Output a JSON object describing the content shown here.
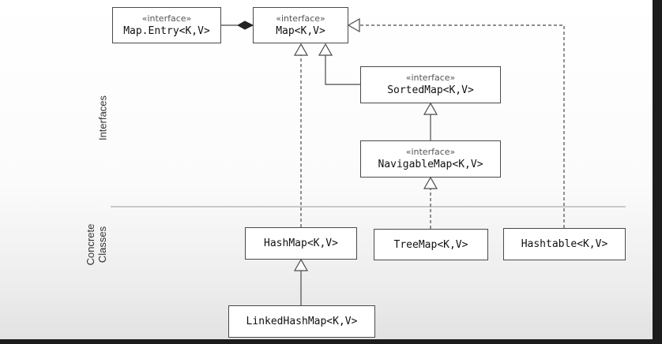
{
  "sections": {
    "interfaces_label": "Interfaces",
    "concrete_label_line1": "Concrete",
    "concrete_label_line2": "Classes"
  },
  "stereotype": "«interface»",
  "nodes": {
    "map_entry": "Map.Entry<K,V>",
    "map": "Map<K,V>",
    "sorted_map": "SortedMap<K,V>",
    "navigable_map": "NavigableMap<K,V>",
    "hash_map": "HashMap<K,V>",
    "tree_map": "TreeMap<K,V>",
    "hashtable": "Hashtable<K,V>",
    "linked_hash_map": "LinkedHashMap<K,V>"
  },
  "colors": {
    "line": "#4a4a4a",
    "separator": "#9a9a9a"
  }
}
